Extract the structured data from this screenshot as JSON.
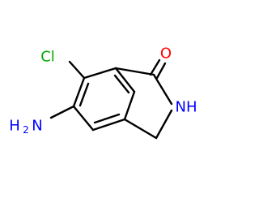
{
  "molecule": {
    "labels": {
      "O": "O",
      "NH": "NH",
      "Cl": "Cl",
      "NH2_N": "H",
      "NH2_N2": "N"
    },
    "label_text": {
      "oxygen": "O",
      "ring_nitrogen": "NH",
      "chlorine": "Cl",
      "amine": "H2N"
    }
  },
  "colors": {
    "bond": "#000000",
    "oxygen": "#ff0000",
    "nitrogen": "#0000ff",
    "chlorine": "#00aa00"
  }
}
